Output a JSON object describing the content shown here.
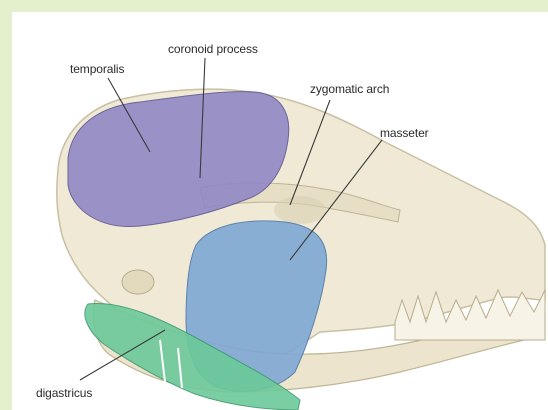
{
  "diagram": {
    "labels": {
      "temporalis": "temporalis",
      "coronoid_process": "coronoid process",
      "zygomatic_arch": "zygomatic arch",
      "masseter": "masseter",
      "digastricus": "digastricus"
    },
    "colors": {
      "frame": "#e3efcd",
      "background": "#ffffff",
      "bone": "#efe9d6",
      "bone_shadow": "#c9bfa3",
      "temporalis": "#8f86c6",
      "masseter": "#7fa8d4",
      "digastricus": "#6cc99a",
      "leader": "#3a3a3a"
    }
  }
}
